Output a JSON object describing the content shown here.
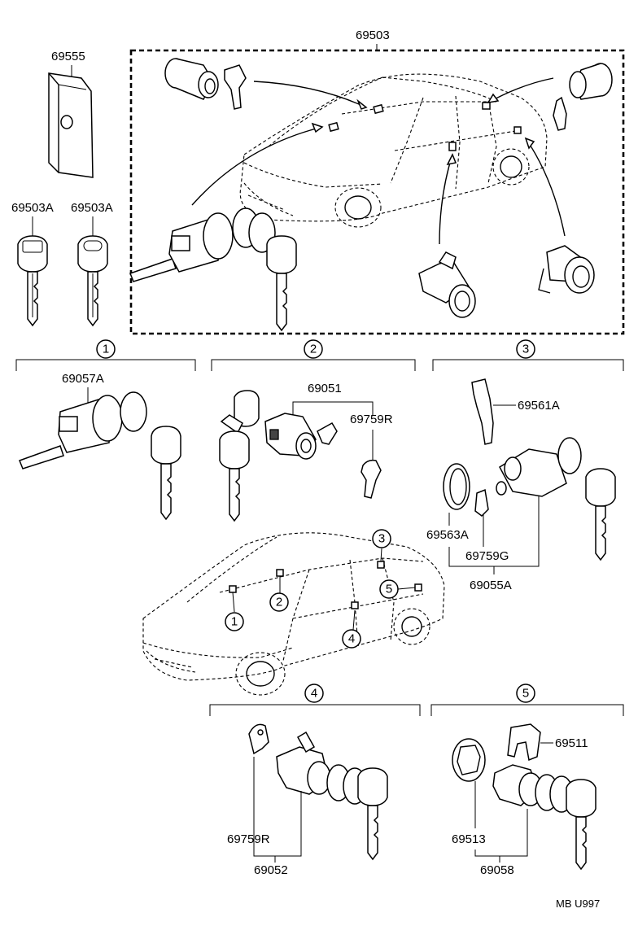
{
  "labels": {
    "set_main": "69503",
    "key_plate": "69555",
    "key_left": "69503A",
    "key_right": "69503A",
    "s1_part": "69057A",
    "s2_part_a": "69051",
    "s2_part_b": "69759R",
    "s3_part_a": "69561A",
    "s3_part_b": "69563A",
    "s3_part_c": "69759G",
    "s3_part_d": "69055A",
    "s4_part_a": "69759R",
    "s4_part_b": "69052",
    "s5_part_a": "69511",
    "s5_part_b": "69513",
    "s5_part_c": "69058",
    "footer_code": "MB U997"
  },
  "callouts": {
    "c1": "1",
    "c2": "2",
    "c3": "3",
    "c4": "4",
    "c5": "5",
    "car1": "1",
    "car2": "2",
    "car3": "3",
    "car4": "4",
    "car5": "5"
  }
}
